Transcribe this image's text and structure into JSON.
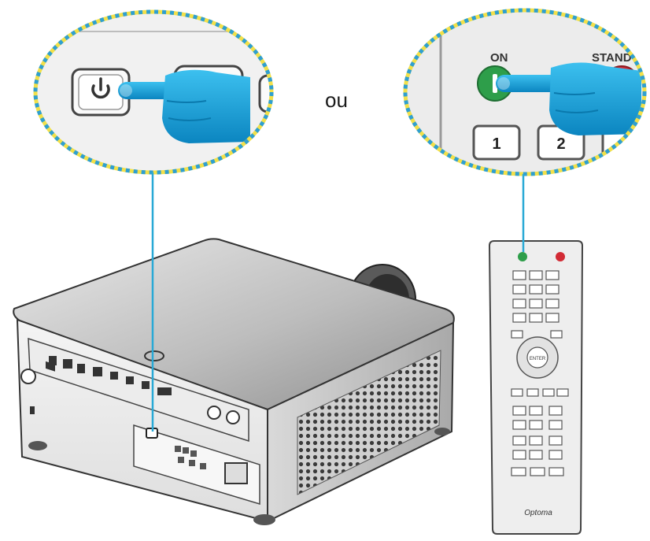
{
  "separator_word": "ou",
  "remote_callout": {
    "on_label": "ON",
    "standby_label": "STAND",
    "key_1": "1",
    "key_2": "2"
  },
  "remote": {
    "brand": "Optoma",
    "enter_label": "ENTER"
  },
  "colors": {
    "callout_ring_yellow": "#f2e04a",
    "callout_ring_cyan": "#2f9fd0",
    "connector_line": "#29a9d6",
    "hand": "#1aa3dc",
    "on_button": "#2e9e4a",
    "standby_button": "#d22b35",
    "projector_body": "#cfcfcf"
  }
}
